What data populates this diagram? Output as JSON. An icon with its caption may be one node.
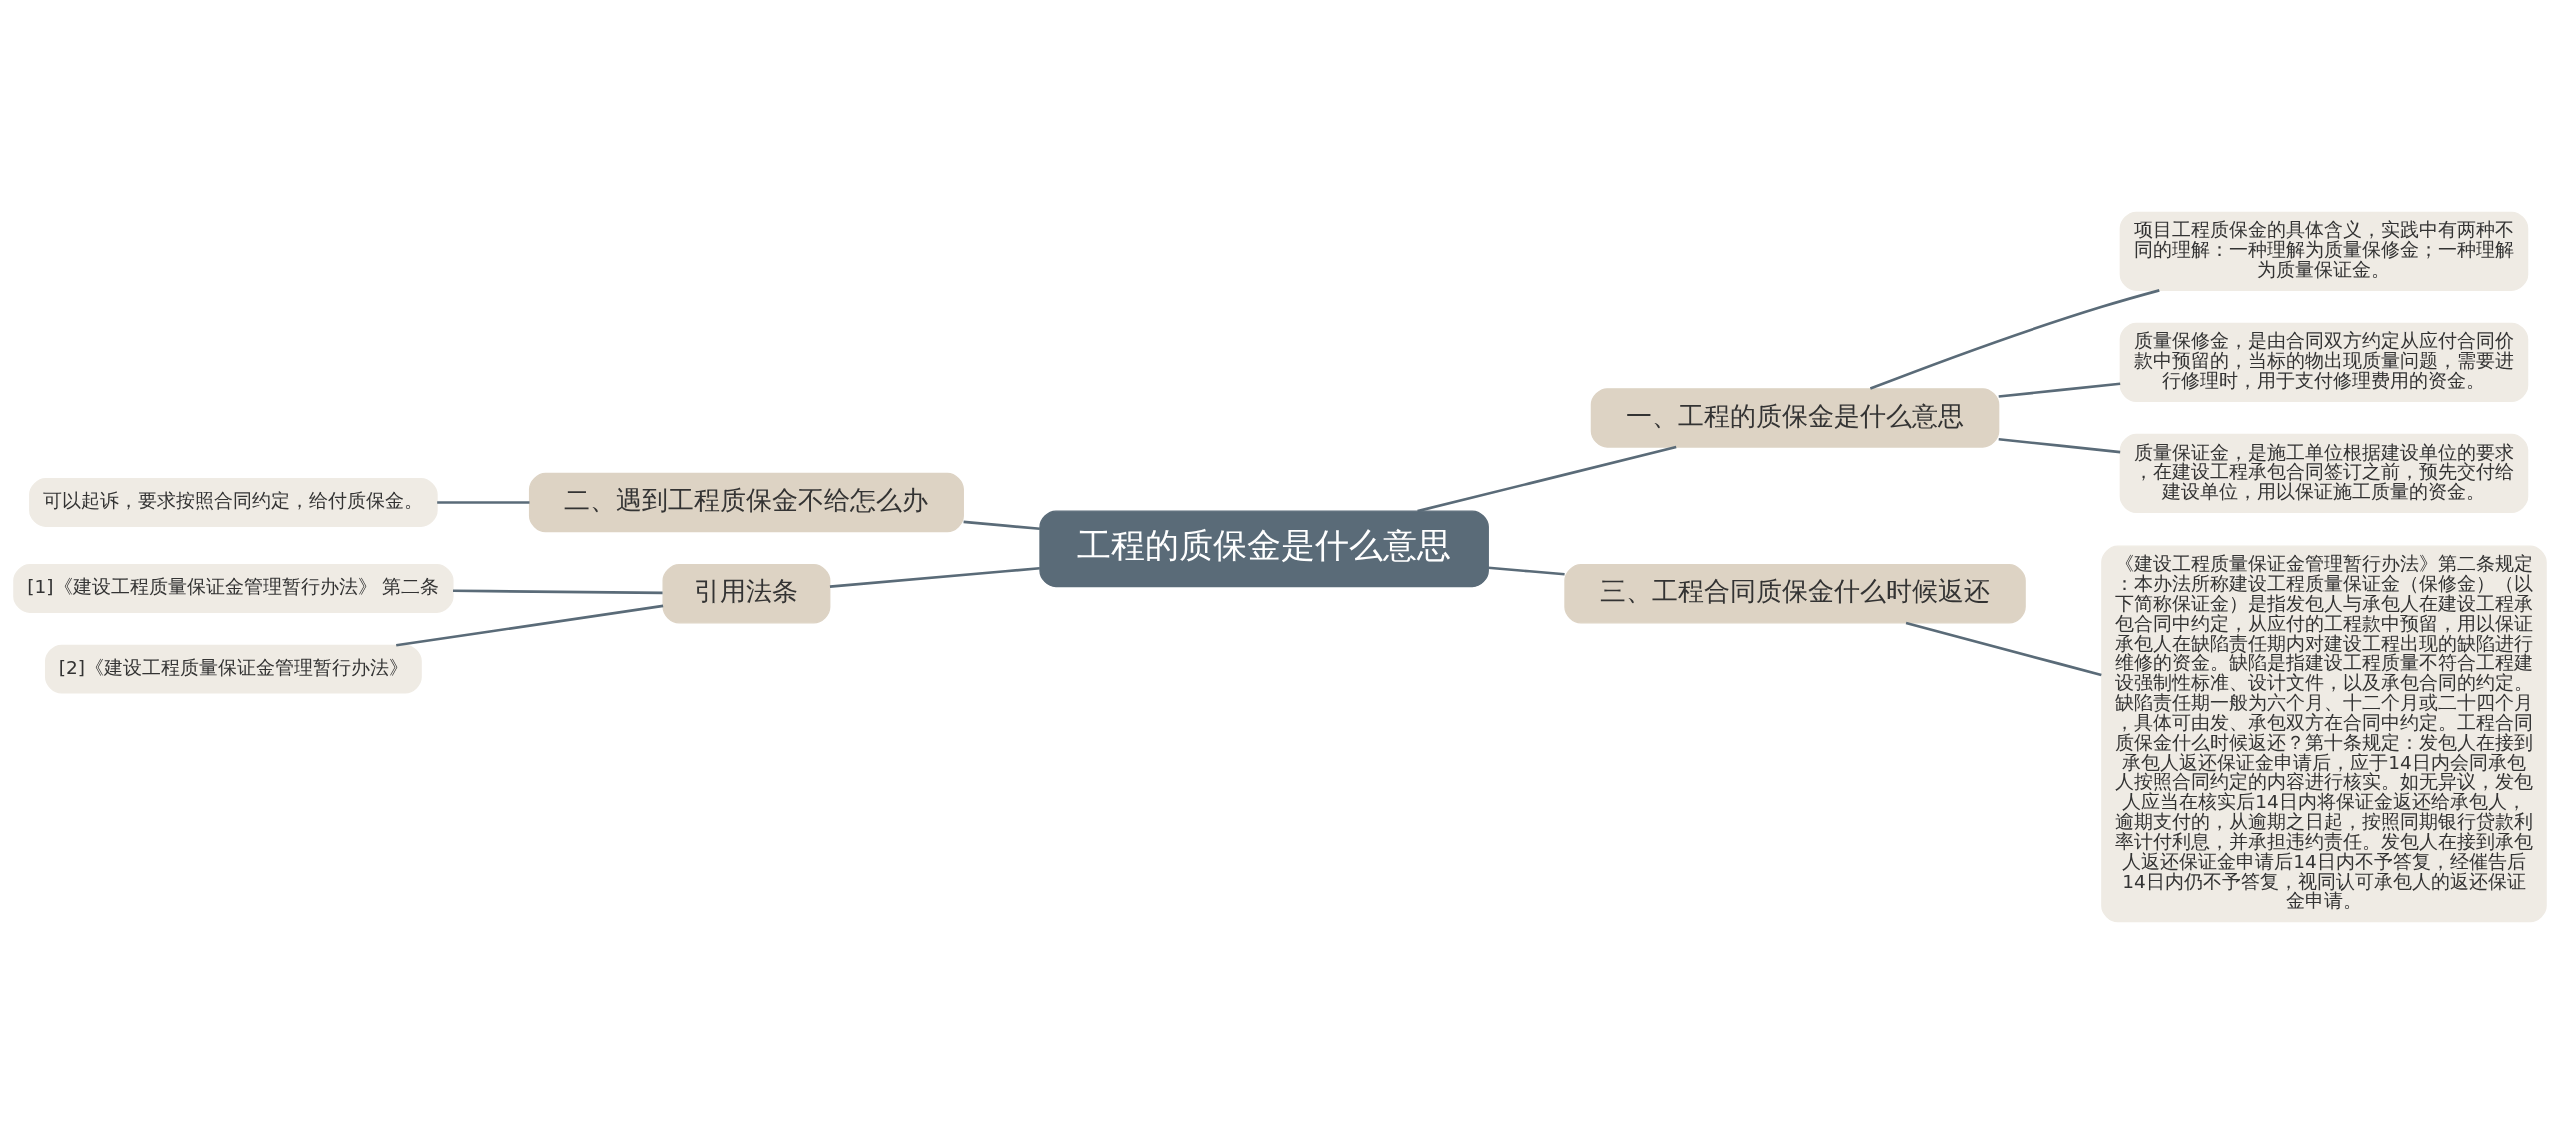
{
  "diagram": {
    "nodes": [
      {
        "text": [
          "工程的质保金是什么意思"
        ]
      },
      {
        "text": [
          "一、工程的质保金是什么意思"
        ]
      },
      {
        "text": [
          "项目工程质保金的具体含义，实践中有两种不同的理解：一种理解为质量保修金；一种理解为质量保证金。"
        ]
      },
      {
        "text": [
          "质量保修金，是由合同双方约定从应付合同价款中预留的，当标的物出现质量问题，需要进行修理时，用于支付修理费用的资金。"
        ]
      },
      {
        "text": [
          "质量保证金，是施工单位根据建设单位的要求，在建设工程承包合同签订之前，预先交付给建设单位，用以保证施工质量的资金。"
        ]
      },
      {
        "text": [
          "三、工程合同质保金什么时候返还"
        ]
      },
      {
        "text": [
          "《建设工程质量保证金管理暂行办法》第二条规定：本办法所称建设工程质量保证金（保修金）（以下简称保证金）是指发包人与承包人在建设工程承包合同中约定，从应付的工程款中预留，用以保证承包人在缺陷责任期内对建设工程出现的缺陷进行维修的资金。缺陷是指建设工程质量不符合工程建设强制性标准、设计文件，以及承包合同的约定。缺陷责任期一般为六个月、十二个月或二十四个月，具体可由发、承包双方在合同中约定。工程合同质保金什么时候返还？第十条规定：发包人在接到承包人返还保证金申请后，应于14日内会同承包人按照合同约定的内容进行核实。如无异议，发包人应当在核实后14日内将保证金返还给承包人，逾期支付的，从逾期之日起，按照同期银行贷款利率计付利息，并承担违约责任。发包人在接到承包人返还保证金申请后14日内不予答复，经催告后14日内仍不予答复，视同认可承包人的返还保证金申请。"
        ]
      },
      {
        "text": [
          "二、遇到工程质保金不给怎么办"
        ]
      },
      {
        "text": [
          "可以起诉，要求按照合同约定，给付质保金。"
        ]
      },
      {
        "text": [
          "引用法条"
        ]
      },
      {
        "text": [
          "[1]《建设工程质量保证金管理暂行办法》 第二条"
        ]
      },
      {
        "text": [
          "[2]《建设工程质量保证金管理暂行办法》"
        ]
      }
    ],
    "edges": [
      {
        "from": 0,
        "to": 1,
        "arrow": "none"
      },
      {
        "from": 1,
        "to": 2,
        "arrow": "none"
      },
      {
        "from": 1,
        "to": 3,
        "arrow": "none"
      },
      {
        "from": 1,
        "to": 4,
        "arrow": "none"
      },
      {
        "from": 0,
        "to": 5,
        "arrow": "none"
      },
      {
        "from": 5,
        "to": 6,
        "arrow": "none"
      },
      {
        "from": 0,
        "to": 7,
        "arrow": "none"
      },
      {
        "from": 7,
        "to": 8,
        "arrow": "none"
      },
      {
        "from": 0,
        "to": 9,
        "arrow": "none"
      },
      {
        "from": 9,
        "to": 10,
        "arrow": "none"
      },
      {
        "from": 9,
        "to": 11,
        "arrow": "none"
      }
    ]
  }
}
